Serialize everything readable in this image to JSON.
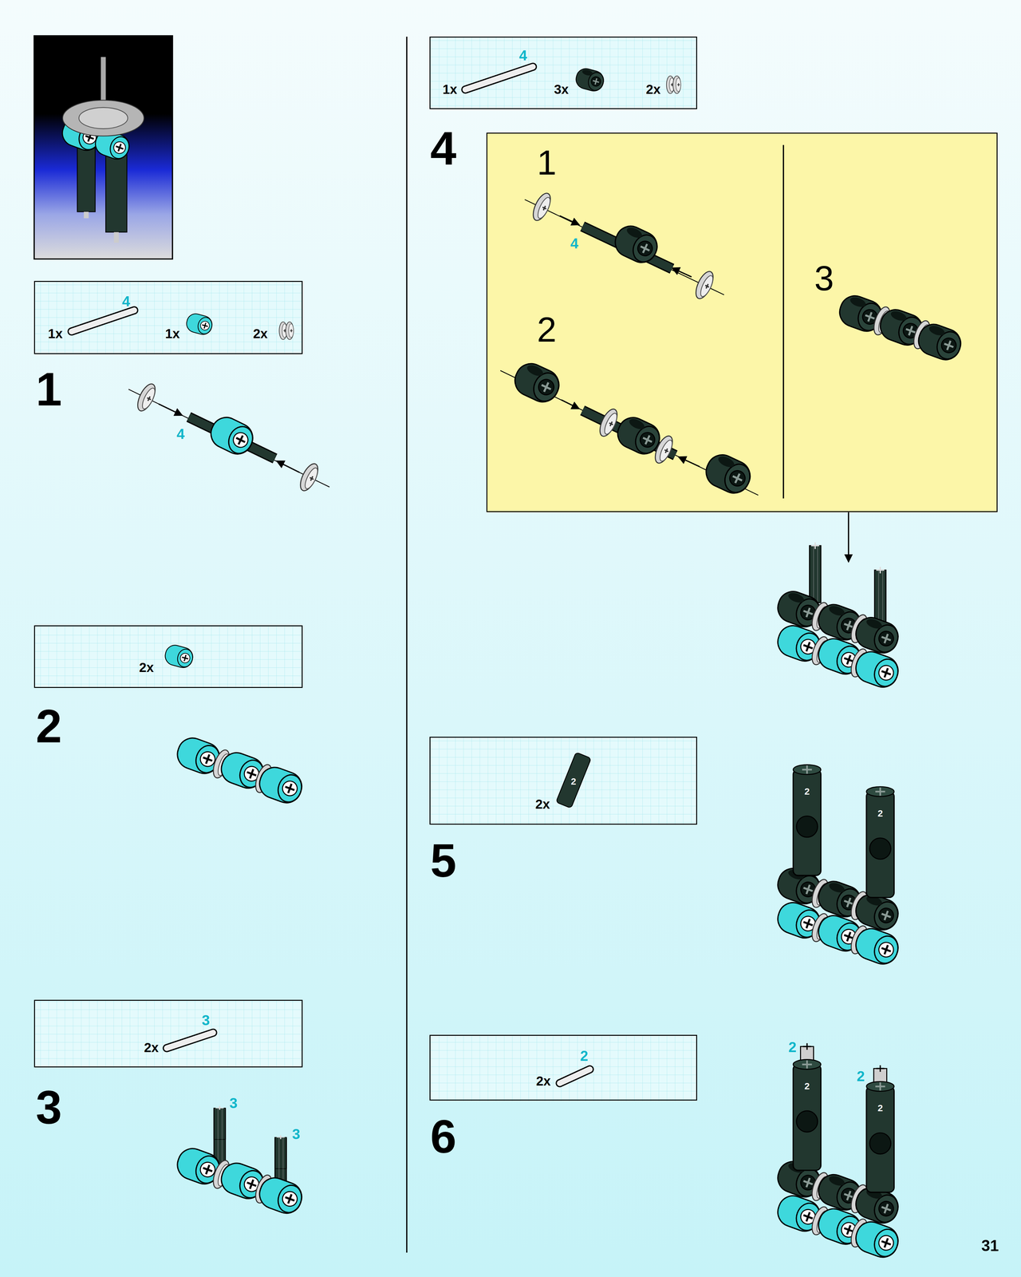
{
  "diagram": {
    "nodes": [
      {
        "text": [
          "4",
          "1x",
          "1x",
          "2x"
        ]
      },
      {
        "text": [
          "2x"
        ]
      },
      {
        "text": [
          "3",
          "2x"
        ]
      },
      {
        "text": [
          "4",
          "1x",
          "3x",
          "2x"
        ]
      },
      {
        "text": [
          "1",
          "2",
          "3"
        ]
      },
      {
        "text": [
          "2x"
        ]
      },
      {
        "text": [
          "2",
          "2x"
        ]
      }
    ],
    "labels": [
      "1",
      "4",
      "2",
      "3",
      "3",
      "3",
      "4",
      "4",
      "2",
      "5",
      "2",
      "2",
      "6",
      "2",
      "2",
      "2",
      "2",
      "31"
    ]
  }
}
